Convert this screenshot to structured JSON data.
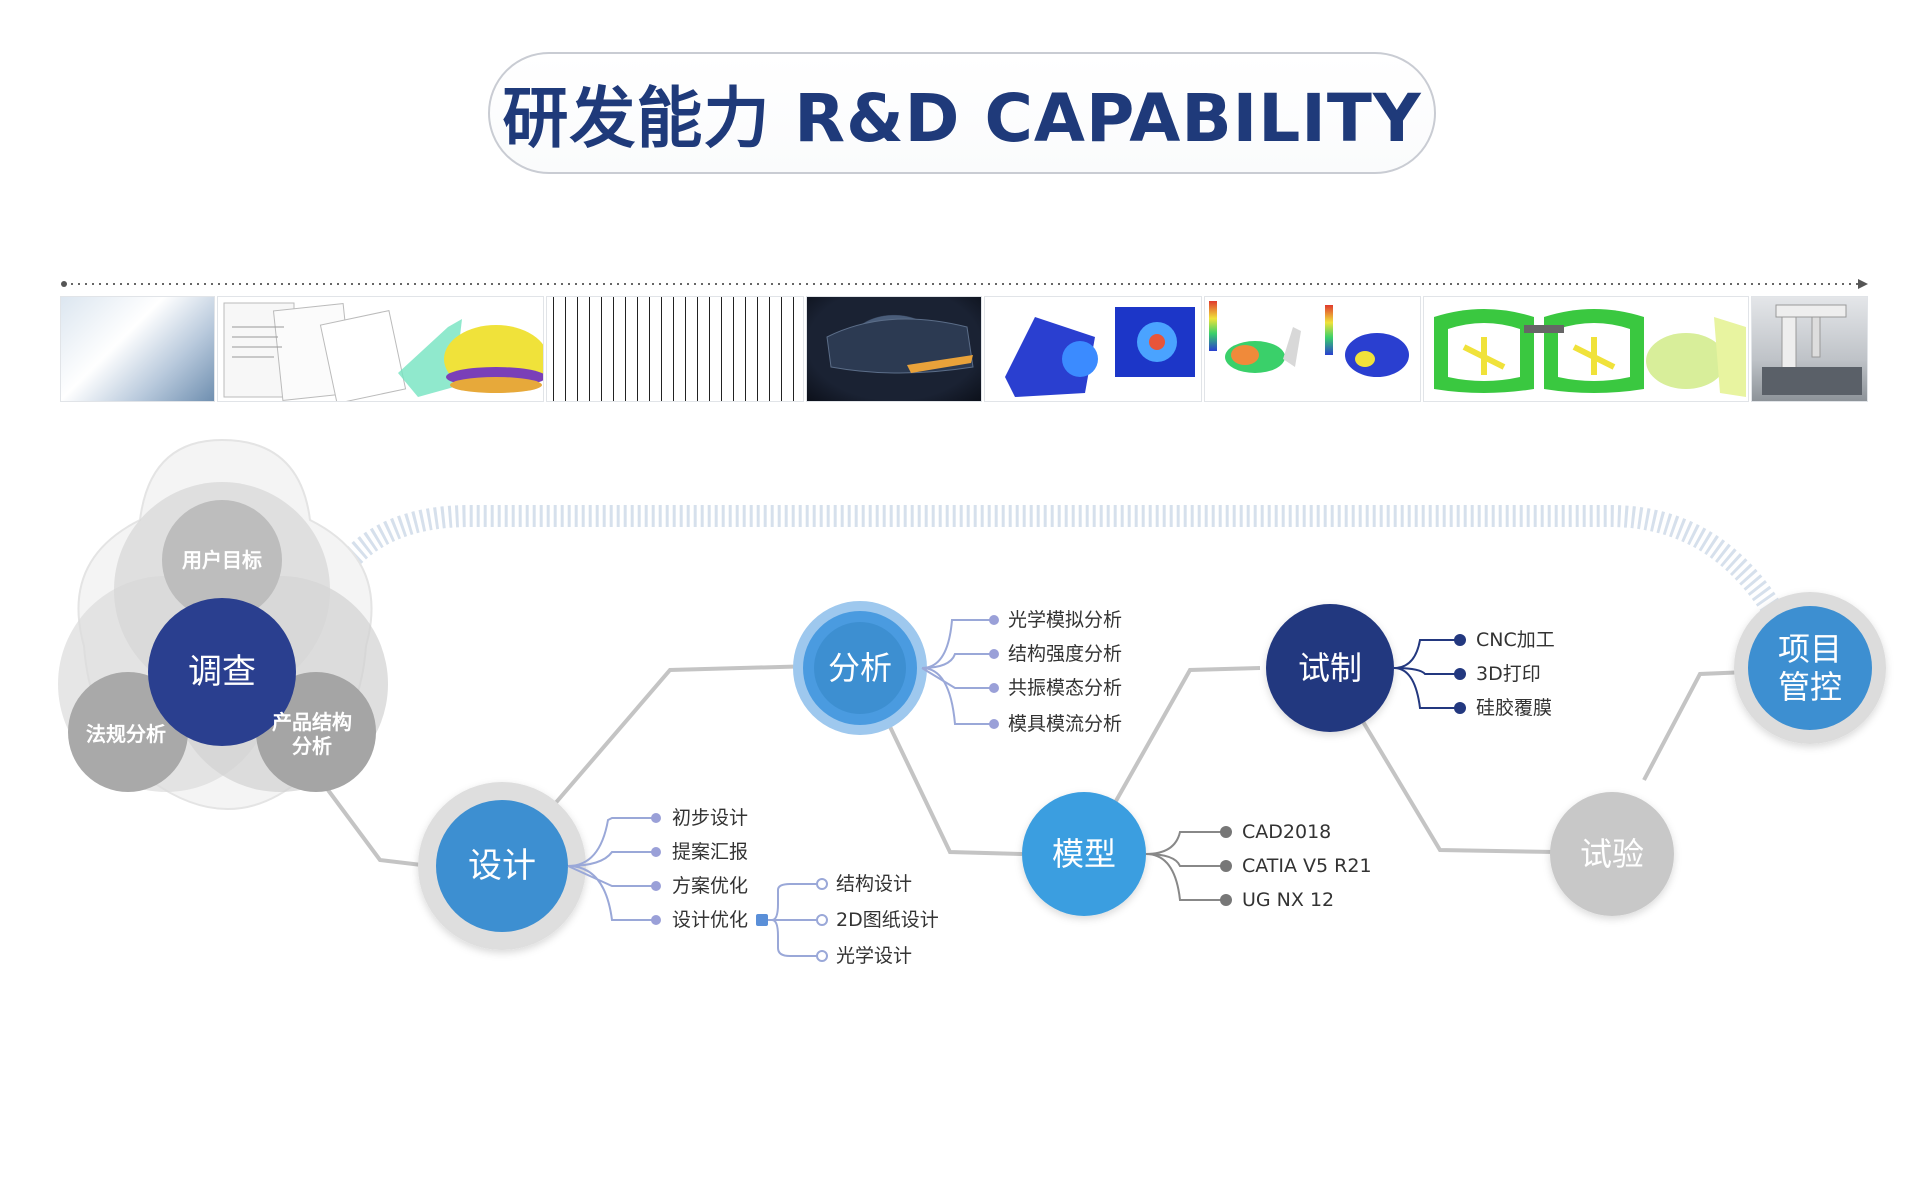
{
  "title": {
    "text": "研发能力 R&D CAPABILITY"
  },
  "colors": {
    "navy": "#2a3f8f",
    "blue": "#3d8fd1",
    "gray": "#b9b9b9",
    "light_gray": "#e6e6e6",
    "title": "#1f3a7a"
  },
  "image_strip": {
    "items": [
      "document-photo",
      "standards-documents",
      "mirror-3d-model",
      "engineering-drawings",
      "mirror-photo",
      "simulation-blue",
      "simulation-analysis",
      "mold-flow-analysis",
      "cmm-machine"
    ]
  },
  "survey": {
    "center": "调查",
    "petals": [
      "用户目标",
      "法规分析",
      "产品结构\n分析"
    ]
  },
  "stages": {
    "design": {
      "label": "设计",
      "items": [
        "初步设计",
        "提案汇报",
        "方案优化",
        "设计优化"
      ],
      "sub_items": [
        "结构设计",
        "2D图纸设计",
        "光学设计"
      ]
    },
    "analysis": {
      "label": "分析",
      "items": [
        "光学模拟分析",
        "结构强度分析",
        "共振模态分析",
        "模具模流分析"
      ]
    },
    "model": {
      "label": "模型",
      "items": [
        "CAD2018",
        "CATIA V5 R21",
        "UG NX 12"
      ]
    },
    "prototype": {
      "label": "试制",
      "items": [
        "CNC加工",
        "3D打印",
        "硅胶覆膜"
      ]
    },
    "test": {
      "label": "试验"
    },
    "project": {
      "label": "项目\n管控"
    }
  }
}
